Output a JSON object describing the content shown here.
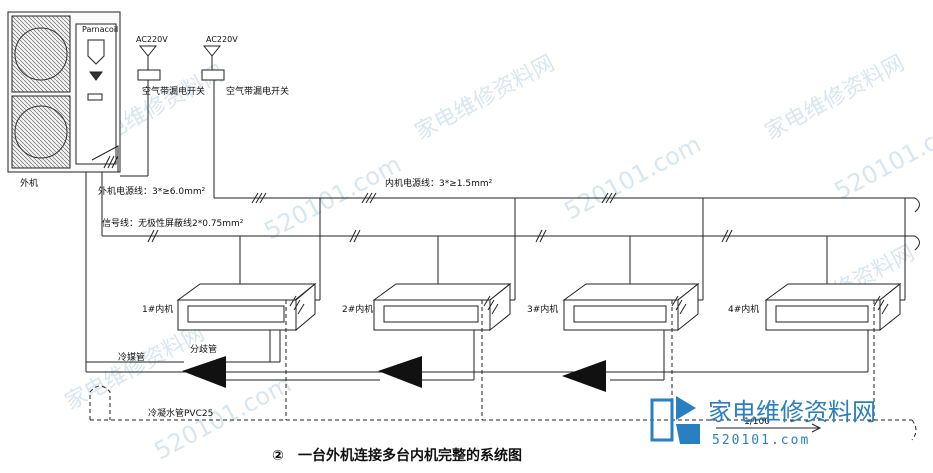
{
  "outdoor_unit": {
    "brand": "Parnacoil",
    "label": "外机"
  },
  "power_supplies": [
    {
      "voltage": "AC220V",
      "breaker": "空气带漏电开关"
    },
    {
      "voltage": "AC220V",
      "breaker": "空气带漏电开关"
    }
  ],
  "cables": {
    "outdoor_power": "外机电源线：3*≥6.0mm²",
    "indoor_power": "内机电源线：3*≥1.5mm²",
    "signal": "信号线：无极性屏蔽线2*0.75mm²"
  },
  "indoor_units": [
    {
      "label": "1#内机"
    },
    {
      "label": "2#内机"
    },
    {
      "label": "3#内机"
    },
    {
      "label": "4#内机"
    }
  ],
  "pipes": {
    "refrigerant": "冷媒管",
    "branch": "分歧管",
    "drain": "冷凝水管PVC25",
    "slope": "1/100"
  },
  "caption": {
    "number": "②",
    "text": "一台外机连接多台内机完整的系统图"
  },
  "watermark": {
    "site_cn": "家电维修资料网",
    "site_url": "520101.com",
    "logo_cn": "家电维修资料网",
    "logo_url": "520101.com"
  }
}
